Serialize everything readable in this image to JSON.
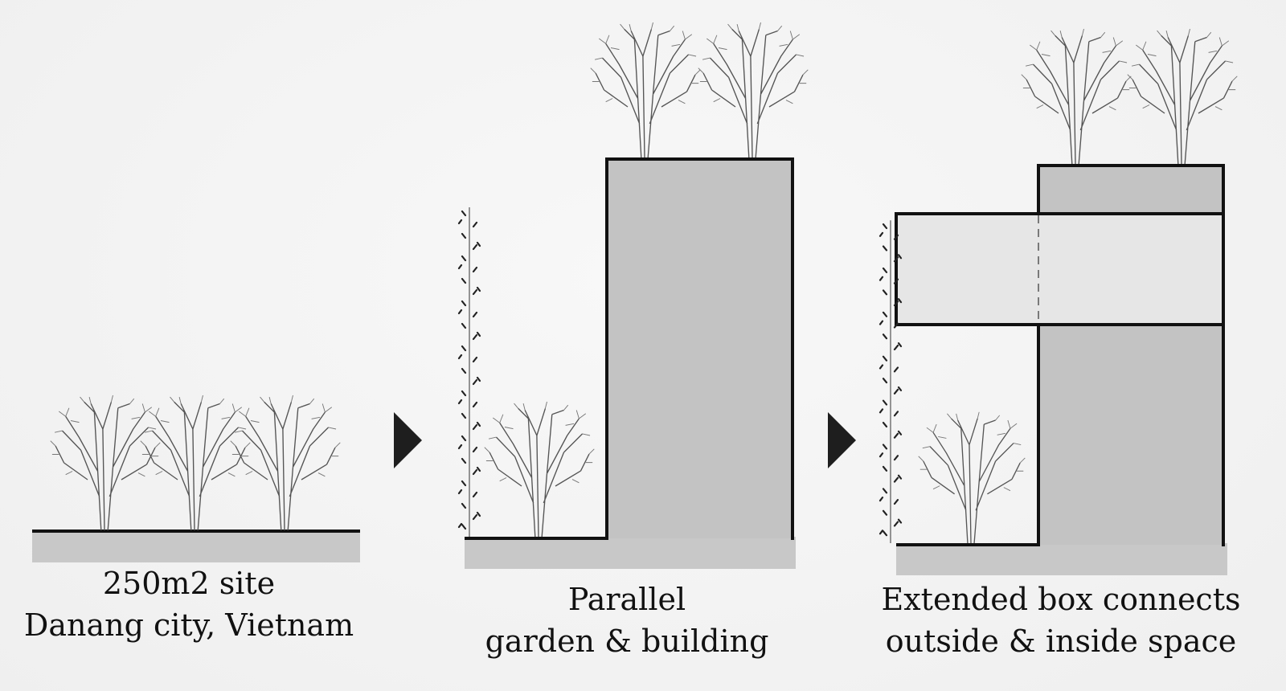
{
  "colors": {
    "background": "#f2f2f2",
    "ground": "#c8c8c8",
    "building": "#c3c3c3",
    "box": "#e6e6e6",
    "line": "#111111",
    "arrow": "#1e1e1e"
  },
  "stages": [
    {
      "id": "site",
      "caption": [
        "250m2 site",
        "Danang city, Vietnam"
      ]
    },
    {
      "id": "parallel",
      "caption": [
        "Parallel",
        "garden & building"
      ]
    },
    {
      "id": "extended",
      "caption": [
        "Extended box connects",
        "outside & inside space"
      ]
    }
  ],
  "icons": [
    "tree-icon",
    "vine-icon",
    "arrow-right-icon"
  ]
}
